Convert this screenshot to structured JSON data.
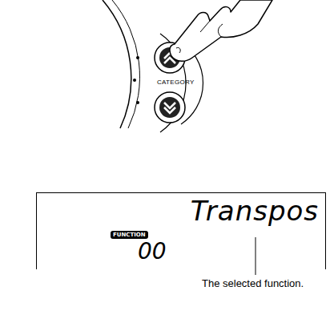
{
  "diagram": {
    "nodes": [
      {
        "text": [
          "Transpos",
          "FUNCTION",
          "00"
        ]
      }
    ],
    "labels": [
      "CATEGORY",
      "The selected function."
    ]
  }
}
